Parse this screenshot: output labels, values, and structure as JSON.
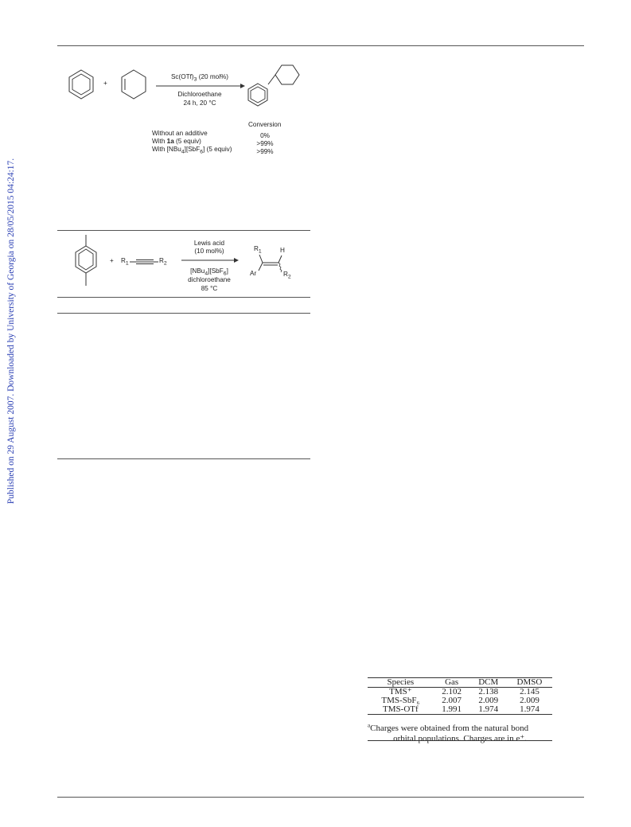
{
  "watermark": "Published on 29 August 2007. Downloaded by University of Georgia on 28/05/2015 04:24:17.",
  "scheme1": {
    "plus": "+",
    "catalyst": "Sc(OTf)",
    "catalyst_sub": "3",
    "catalyst_tail": " (20 mol%)",
    "solvent": "Dichloroethane",
    "conditions": "24 h, 20 °C",
    "conversion_header": "Conversion",
    "rows": [
      {
        "pre": "Without an additive",
        "bold": "",
        "post": "",
        "value": "0%"
      },
      {
        "pre": "With ",
        "bold": "1a",
        "post": " (5 equiv)",
        "value": ">99%"
      },
      {
        "pre": "With [NBu",
        "bold": "",
        "post": "",
        "value": ">99%"
      }
    ],
    "row3_sub1": "4",
    "row3_mid": "][SbF",
    "row3_sub2": "6",
    "row3_tail": "] (5 equiv)"
  },
  "scheme2": {
    "plus": "+",
    "r1": "R",
    "r1_sub": "1",
    "r2": "R",
    "r2_sub": "2",
    "reagent_line1": "Lewis acid",
    "reagent_line2": "(10 mol%)",
    "additive_pre": "[NBu",
    "additive_sub1": "4",
    "additive_mid": "][SbF",
    "additive_sub2": "6",
    "additive_tail": "]",
    "solvent": "dichloroethane",
    "temperature": "85 °C",
    "product_r1": "R",
    "product_r1_sub": "1",
    "product_h": "H",
    "product_ar": "Ar",
    "product_r2": "R",
    "product_r2_sub": "2"
  },
  "table": {
    "headers": [
      "Species",
      "Gas",
      "DCM",
      "DMSO"
    ],
    "rows": [
      [
        "TMS⁺",
        "2.102",
        "2.138",
        "2.145"
      ],
      [
        "TMS-SbF₆",
        "2.007",
        "2.009",
        "2.009"
      ],
      [
        "TMS-OTf",
        "1.991",
        "1.974",
        "1.974"
      ]
    ],
    "footnote_mark": "a",
    "footnote_line1": "Charges were obtained from the natural bond",
    "footnote_line2": "orbital populations. Charges are in e⁺."
  }
}
